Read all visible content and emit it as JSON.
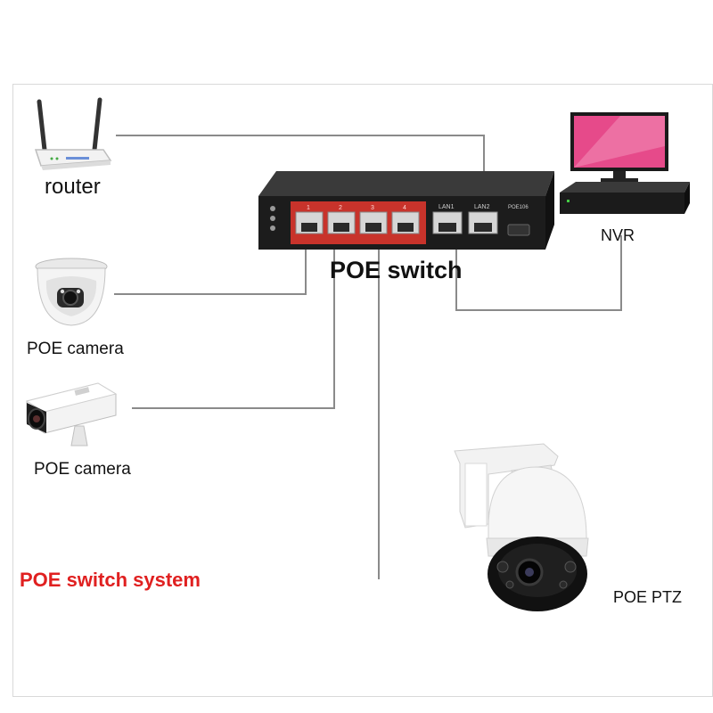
{
  "diagram": {
    "title": "POE switch system",
    "switch_label": "POE switch",
    "switch_panel": {
      "port_numbers": [
        "1",
        "2",
        "3",
        "4"
      ],
      "lan_ports": [
        "LAN1",
        "LAN2"
      ],
      "model": "POE106"
    },
    "nodes": {
      "router": "router",
      "camera1": "POE camera",
      "camera2": "POE camera",
      "nvr": "NVR",
      "ptz": "POE PTZ"
    }
  },
  "colors": {
    "title": "#e02020",
    "wire": "#8a8a8a",
    "switch_body": "#1c1c1c",
    "switch_accent": "#c8332b",
    "ports": "#d6d6d6"
  },
  "icons": [
    "router-icon",
    "dome-camera-icon",
    "bullet-camera-icon",
    "nvr-icon",
    "ptz-camera-icon",
    "poe-switch-icon"
  ]
}
